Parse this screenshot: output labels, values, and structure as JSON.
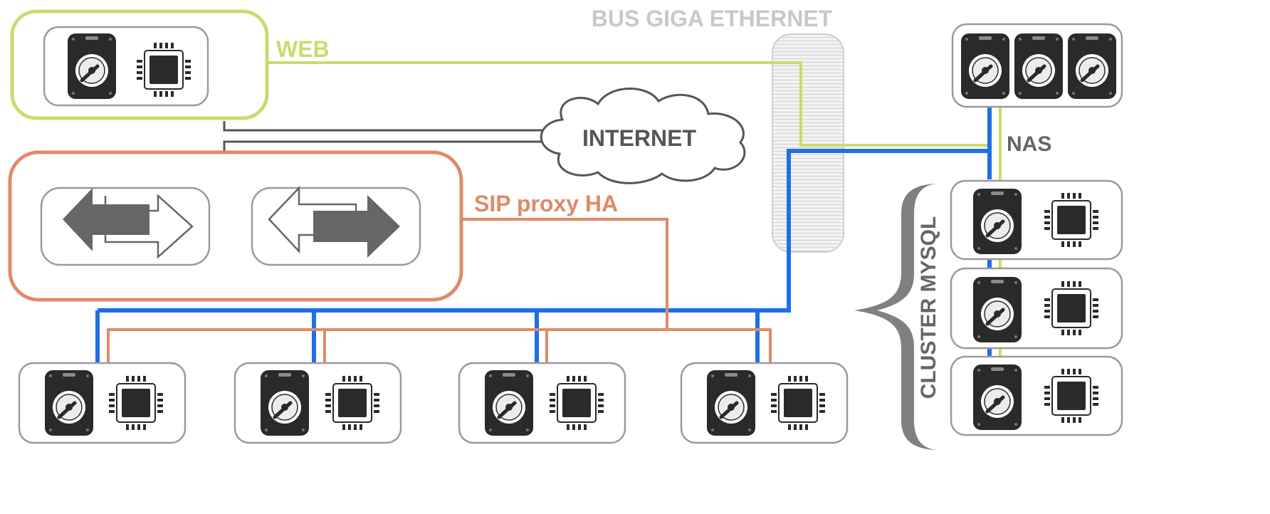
{
  "labels": {
    "bus": "BUS GIGA ETHERNET",
    "web": "WEB",
    "internet": "INTERNET",
    "sip": "SIP proxy HA",
    "nas": "NAS",
    "cluster": "CLUSTER MYSQL"
  },
  "colors": {
    "web": "#c8dc6e",
    "sip": "#e08a68",
    "ethernet": "#1f6fe6",
    "internet_link": "#555555",
    "node_border": "#9a9a9a",
    "icon": "#2a2a2a",
    "bus_label": "#c8c8c8",
    "text": "#666666"
  },
  "icons": [
    "hard-disk-icon",
    "cpu-chip-icon",
    "bidirectional-arrow-icon",
    "cloud-icon",
    "curly-brace-icon"
  ]
}
